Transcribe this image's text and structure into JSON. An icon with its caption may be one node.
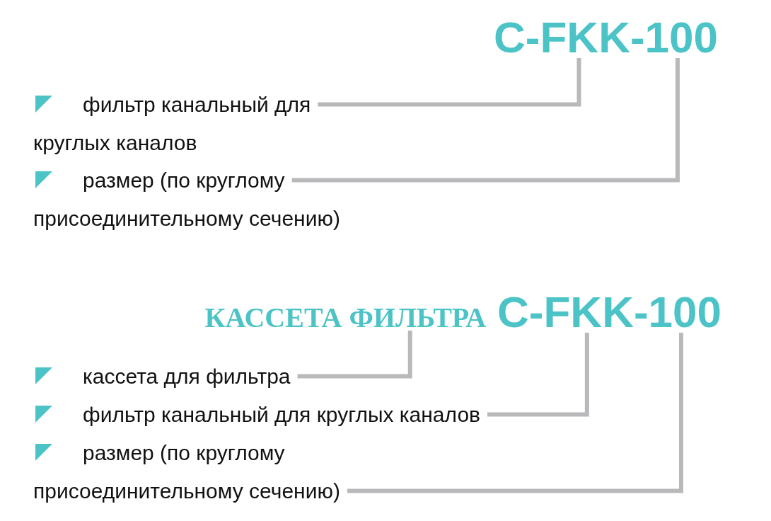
{
  "diagram": {
    "nodes": [
      {
        "text": [
          "C-FKK-100"
        ]
      },
      {
        "text": [
          "фильтр канальный для круглых каналов"
        ]
      },
      {
        "text": [
          "размер (по круглому присоединительному сечению)"
        ]
      },
      {
        "text": [
          "КАССЕТА ФИЛЬТРА",
          "C-FKK-100"
        ]
      },
      {
        "text": [
          "кассета для фильтра"
        ]
      },
      {
        "text": [
          "фильтр канальный для круглых каналов"
        ]
      },
      {
        "text": [
          "размер (по круглому присоединительному сечению)"
        ]
      }
    ],
    "edges": [
      {
        "from": 1,
        "to": 0,
        "arrow": "none"
      },
      {
        "from": 2,
        "to": 0,
        "arrow": "none"
      },
      {
        "from": 4,
        "to": 3,
        "arrow": "none"
      },
      {
        "from": 5,
        "to": 3,
        "arrow": "none"
      },
      {
        "from": 6,
        "to": 3,
        "arrow": "none"
      }
    ]
  }
}
